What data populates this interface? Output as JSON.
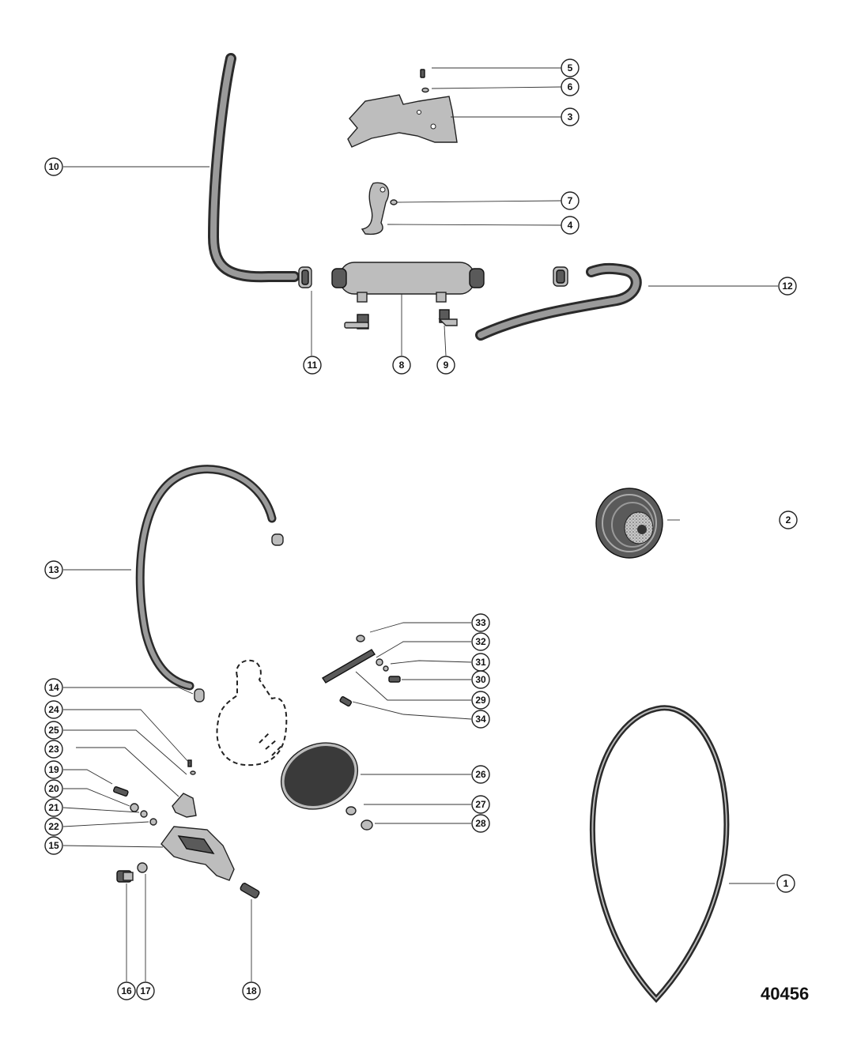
{
  "drawing_number": "40456",
  "callouts": [
    "1",
    "2",
    "3",
    "4",
    "5",
    "6",
    "7",
    "8",
    "9",
    "10",
    "11",
    "12",
    "13",
    "14",
    "15",
    "16",
    "17",
    "18",
    "19",
    "20",
    "21",
    "22",
    "23",
    "24",
    "25",
    "26",
    "27",
    "28",
    "29",
    "30",
    "31",
    "32",
    "33",
    "34"
  ]
}
